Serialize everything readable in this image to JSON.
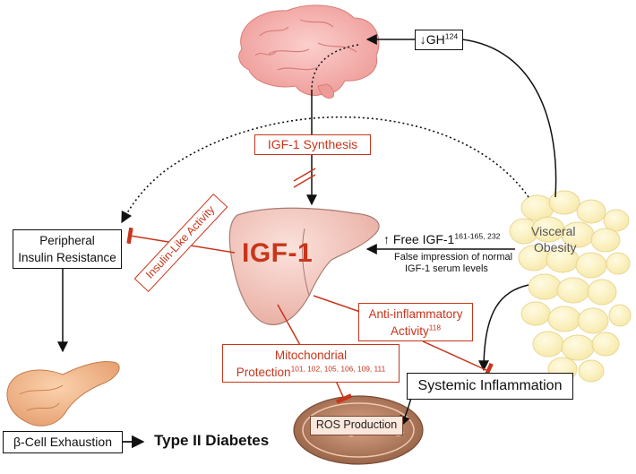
{
  "labels": {
    "gh": "↓GH",
    "gh_ref": "124",
    "igf_synthesis": "IGF-1 Synthesis",
    "igf1": "IGF-1",
    "free_igf": "↑ Free IGF-1",
    "free_igf_ref": "161-165, 232",
    "false_impression_1": "False impression of normal",
    "false_impression_2": "IGF-1 serum levels",
    "visceral_1": "Visceral",
    "visceral_2": "Obesity",
    "peripheral_1": "Peripheral",
    "peripheral_2": "Insulin Resistance",
    "insulin_like": "Insulin-Like Activity",
    "anti_inflam_1": "Anti-inflammatory",
    "anti_inflam_2": "Activity",
    "anti_inflam_ref": "118",
    "mito_1": "Mitochondrial",
    "mito_2": "Protection",
    "mito_ref": "101, 102, 105, 106, 109, 111",
    "systemic": "Systemic Inflammation",
    "ros": "ROS Production",
    "beta_cell": "β-Cell Exhaustion",
    "diabetes": "Type II Diabetes"
  },
  "colors": {
    "inhibitor_red": "#c8351b",
    "arrow_black": "#111111",
    "brain_pink": "#f4a6a4",
    "liver_pink": "#f1c5bd",
    "fat_yellow": "#fff3b8",
    "pancreas_tan": "#f2b488",
    "mito_brown": "#a0674c"
  }
}
